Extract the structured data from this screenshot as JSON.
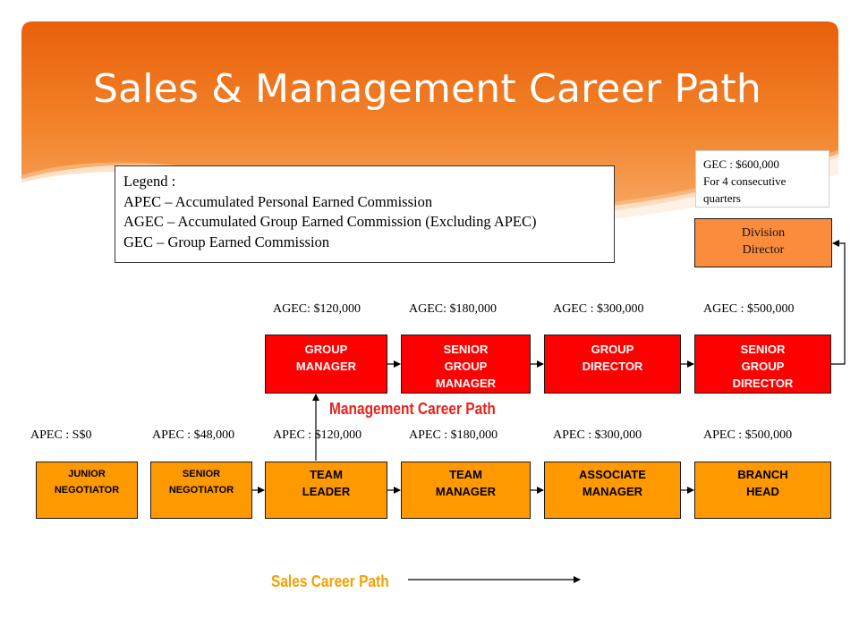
{
  "title": "Sales & Management Career Path",
  "legend": {
    "heading": "Legend :",
    "lines": [
      "APEC – Accumulated Personal Earned Commission",
      "AGEC – Accumulated Group Earned Commission (Excluding APEC)",
      "GEC – Group Earned Commission"
    ]
  },
  "gec_note": {
    "line1": "GEC : $600,000",
    "line2": "For 4 consecutive",
    "line3": "quarters"
  },
  "division_director": {
    "line1": "Division",
    "line2": "Director"
  },
  "management_path": {
    "label": "Management Career Path",
    "thresholds": [
      "AGEC: $120,000",
      "AGEC: $180,000",
      "AGEC : $300,000",
      "AGEC : $500,000"
    ],
    "boxes": [
      {
        "line1": "GROUP",
        "line2": "MANAGER",
        "line3": ""
      },
      {
        "line1": "SENIOR",
        "line2": "GROUP",
        "line3": "MANAGER"
      },
      {
        "line1": "GROUP",
        "line2": "DIRECTOR",
        "line3": ""
      },
      {
        "line1": "SENIOR",
        "line2": "GROUP",
        "line3": "DIRECTOR"
      }
    ]
  },
  "sales_path": {
    "label": "Sales Career Path",
    "thresholds": [
      "APEC : S$0",
      "APEC : $48,000",
      "APEC : $120,000",
      "APEC : $180,000",
      "APEC : $300,000",
      "APEC : $500,000"
    ],
    "boxes": [
      {
        "line1": "JUNIOR",
        "line2": "NEGOTIATOR"
      },
      {
        "line1": "SENIOR",
        "line2": "NEGOTIATOR"
      },
      {
        "line1": "TEAM",
        "line2": "LEADER"
      },
      {
        "line1": "TEAM",
        "line2": "MANAGER"
      },
      {
        "line1": "ASSOCIATE",
        "line2": "MANAGER"
      },
      {
        "line1": "BRANCH",
        "line2": "HEAD"
      }
    ]
  },
  "colors": {
    "header_orange": "#e8600a",
    "sales_box": "#ff9900",
    "management_box": "#ff0000",
    "division_box": "#fb8c3c",
    "management_label": "#e8221e",
    "sales_label": "#f4a000"
  }
}
